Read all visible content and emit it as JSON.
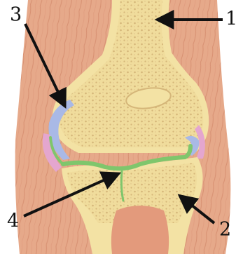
{
  "diagram": {
    "callouts": [
      {
        "id": "1",
        "label": "1"
      },
      {
        "id": "2",
        "label": "2"
      },
      {
        "id": "3",
        "label": "3"
      },
      {
        "id": "4",
        "label": "4"
      }
    ],
    "colors": {
      "background": "#ffffff",
      "muscle": "#e6a98a",
      "muscle_fibre": "#c9795c",
      "bone": "#f3e2a4",
      "bone_pore": "#d5b679",
      "cartilage": "#a9b9e6",
      "synovial_membrane": "#7fc66c",
      "capsule_pink": "#e4a6cf",
      "arrow": "#111111"
    }
  }
}
